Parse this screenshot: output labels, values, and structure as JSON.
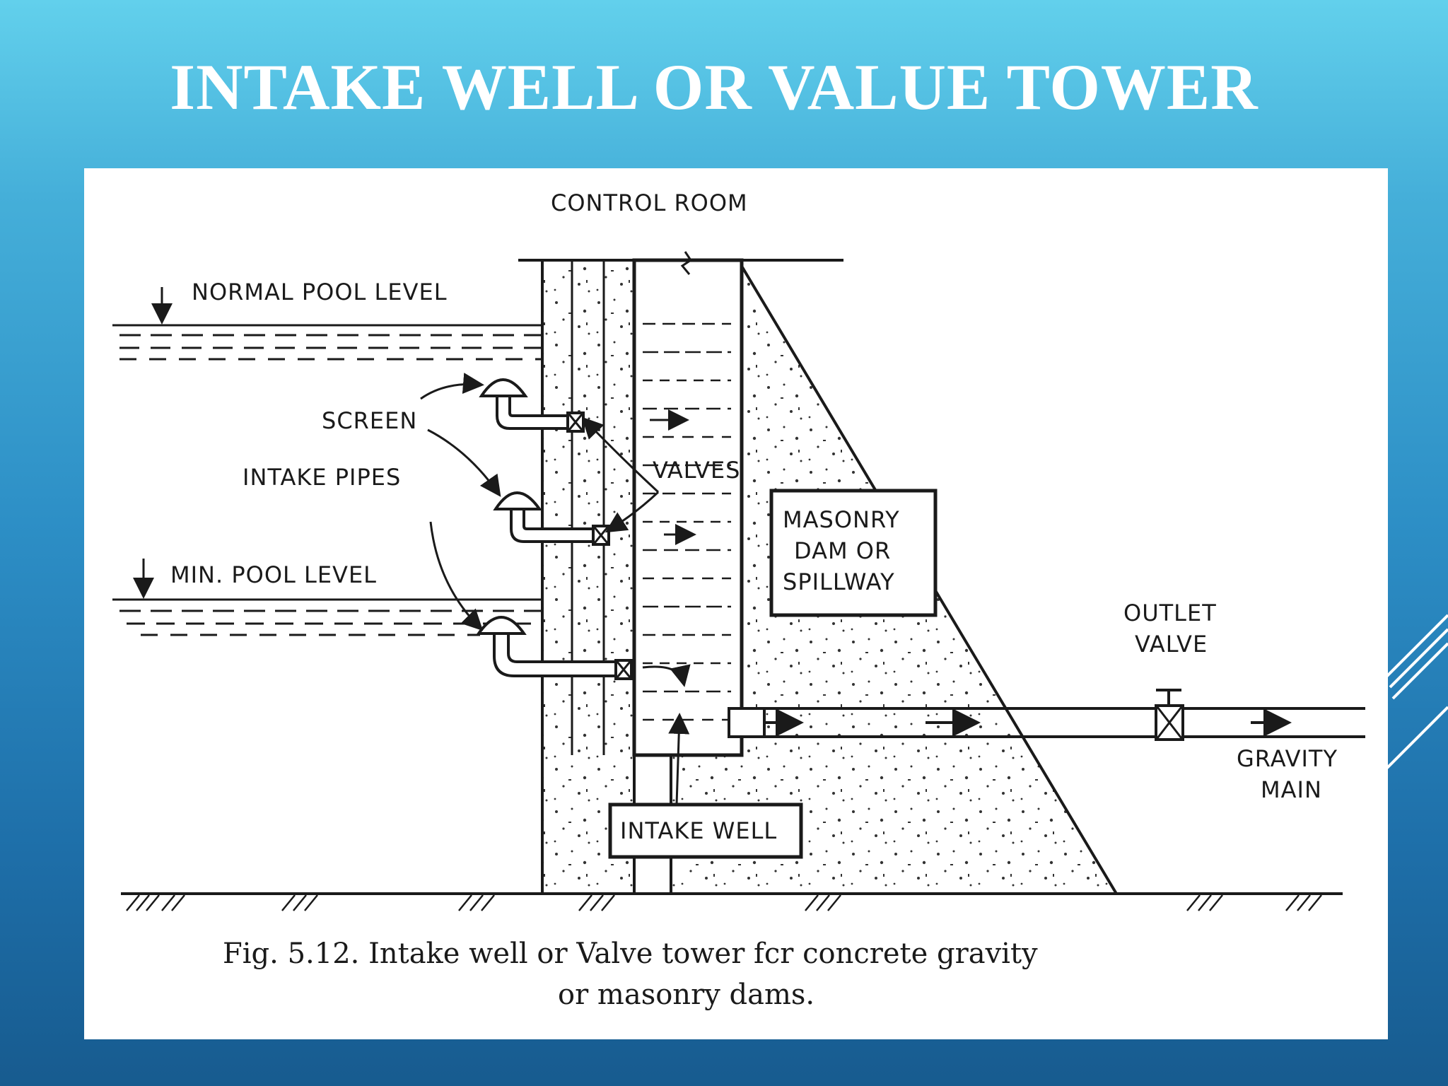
{
  "slide": {
    "title": "INTAKE WELL OR VALUE TOWER"
  },
  "diagram": {
    "labels": {
      "control_room": "CONTROL ROOM",
      "normal_pool_level": "NORMAL POOL LEVEL",
      "screen": "SCREEN",
      "intake_pipes": "INTAKE PIPES",
      "min_pool_level": "MIN. POOL LEVEL",
      "valves": "VALVES",
      "masonry_dam_line1": "MASONRY",
      "masonry_dam_line2": "DAM OR",
      "masonry_dam_line3": "SPILLWAY",
      "outlet_valve_line1": "OUTLET",
      "outlet_valve_line2": "VALVE",
      "gravity_main_line1": "GRAVITY",
      "gravity_main_line2": "MAIN",
      "intake_well": "INTAKE WELL"
    },
    "caption_line1": "Fig. 5.12. Intake well or Valve tower fcr concrete gravity",
    "caption_line2": "or masonry dams."
  },
  "colors": {
    "ink": "#1a1a1a",
    "title": "#ffffff",
    "panel": "#ffffff"
  }
}
